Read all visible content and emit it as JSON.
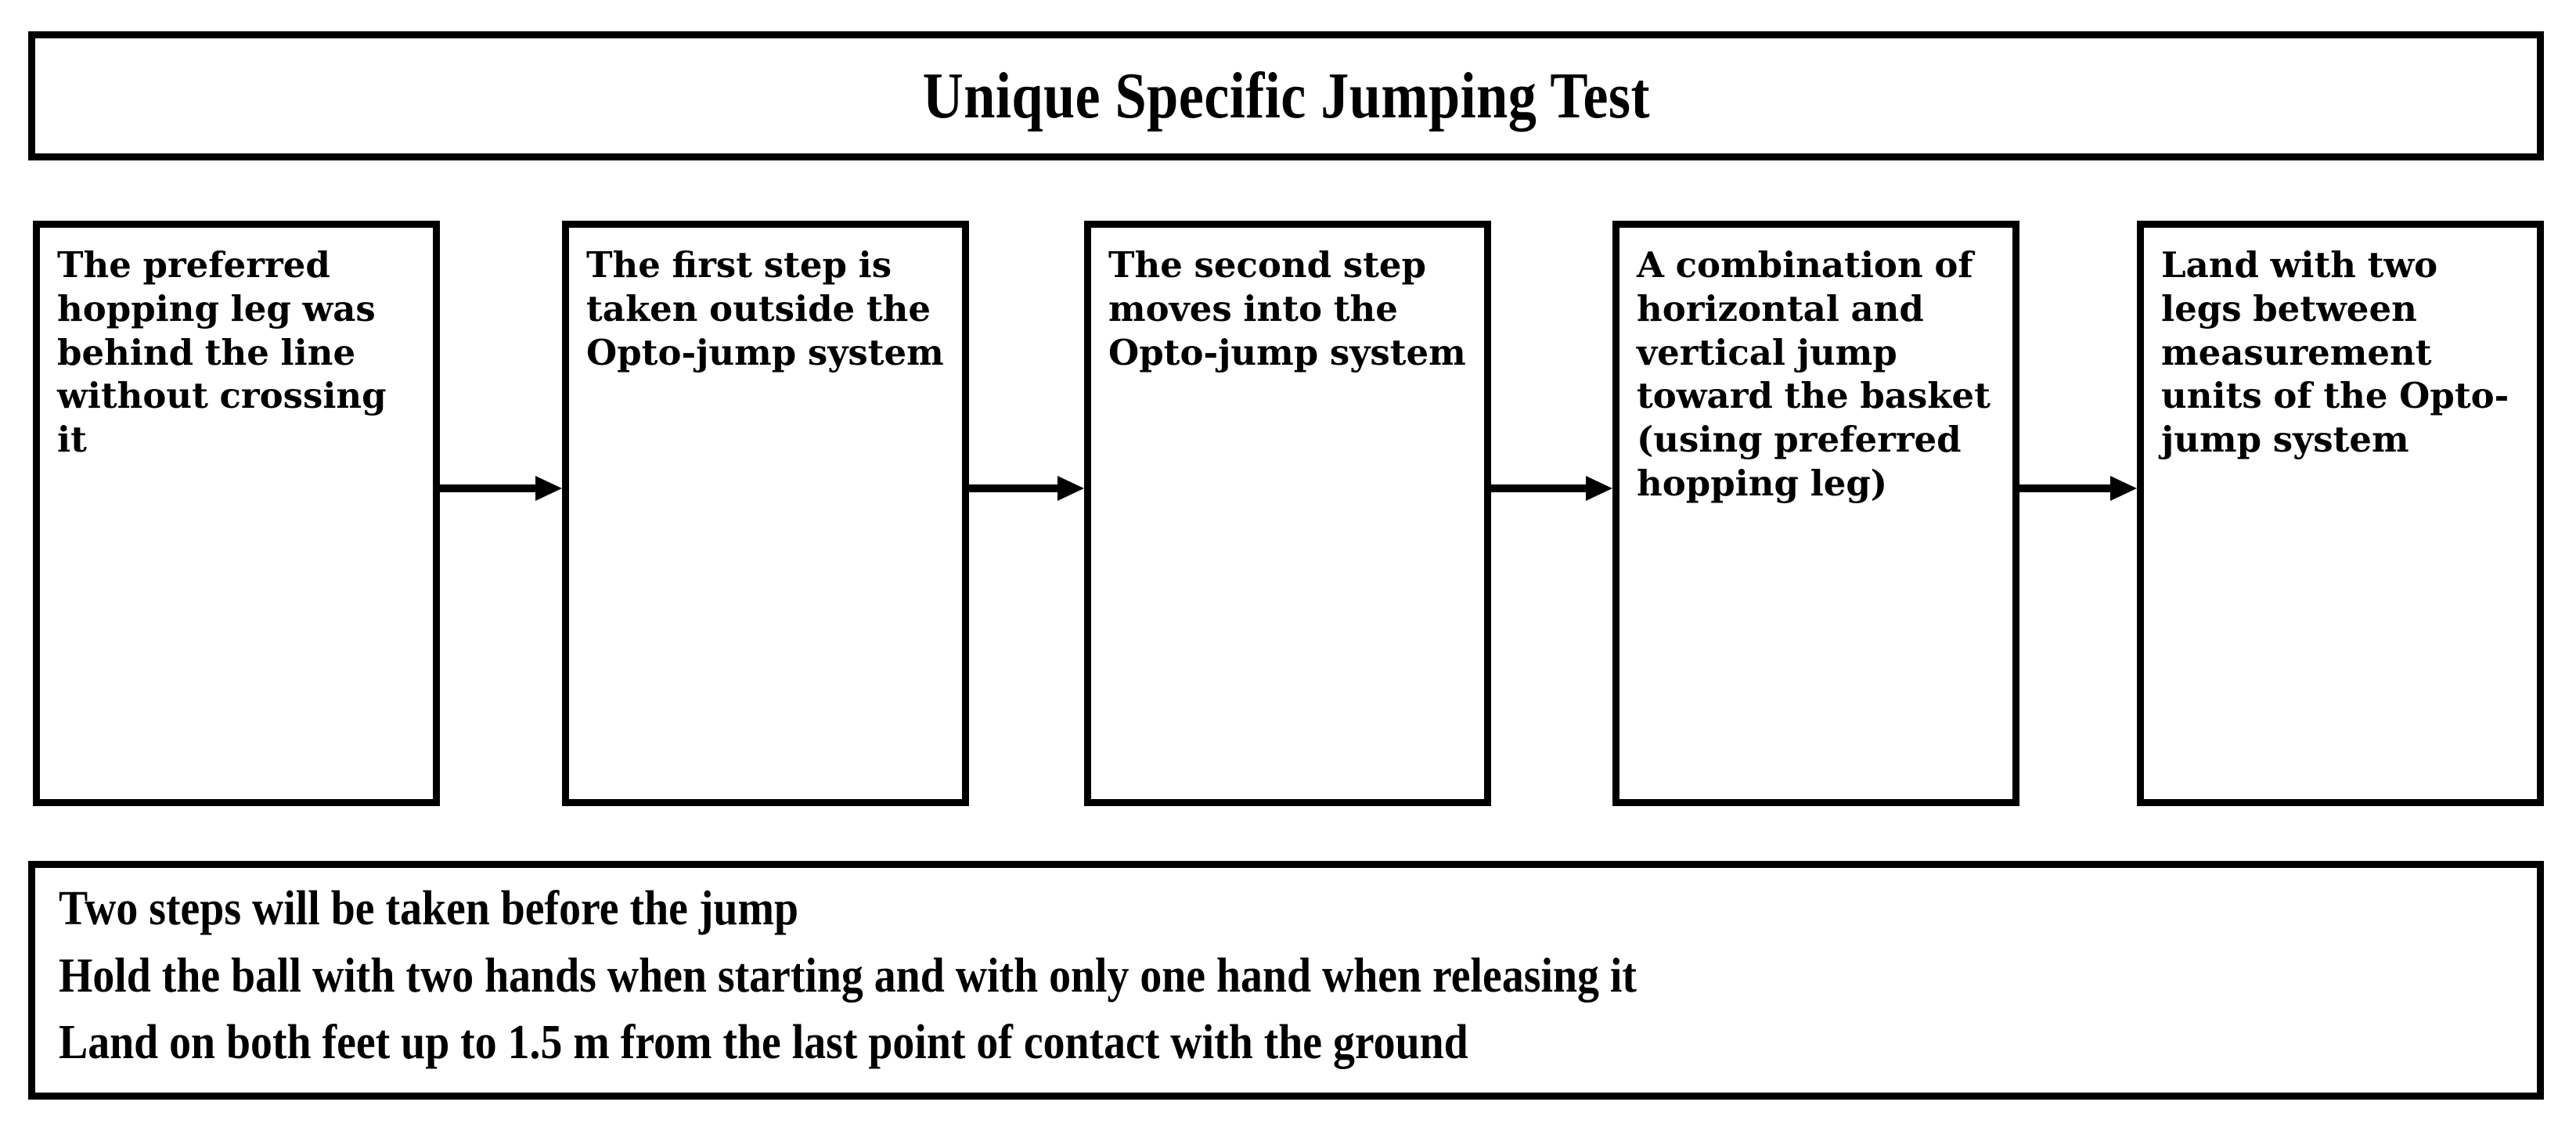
{
  "diagram": {
    "title": "Unique Specific Jumping Test",
    "steps": [
      {
        "id": "step-1",
        "text": "The preferred hopping leg was behind the line without crossing it"
      },
      {
        "id": "step-2",
        "text": "The first step is taken outside the Opto-jump system"
      },
      {
        "id": "step-3",
        "text": "The second step moves into the Opto-jump system"
      },
      {
        "id": "step-4",
        "text": "A combination of horizontal and vertical jump toward the basket (using preferred hopping leg)"
      },
      {
        "id": "step-5",
        "text": "Land with two legs between measurement units of the Opto-jump system"
      }
    ],
    "notes": [
      "Two steps will be taken before the jump",
      "Hold the ball with two hands when starting and with only one hand when releasing it",
      "Land on both feet up to 1.5 m from the last point of contact with the ground"
    ],
    "colors": {
      "border": "#000000",
      "background": "#ffffff",
      "text": "#000000"
    }
  }
}
